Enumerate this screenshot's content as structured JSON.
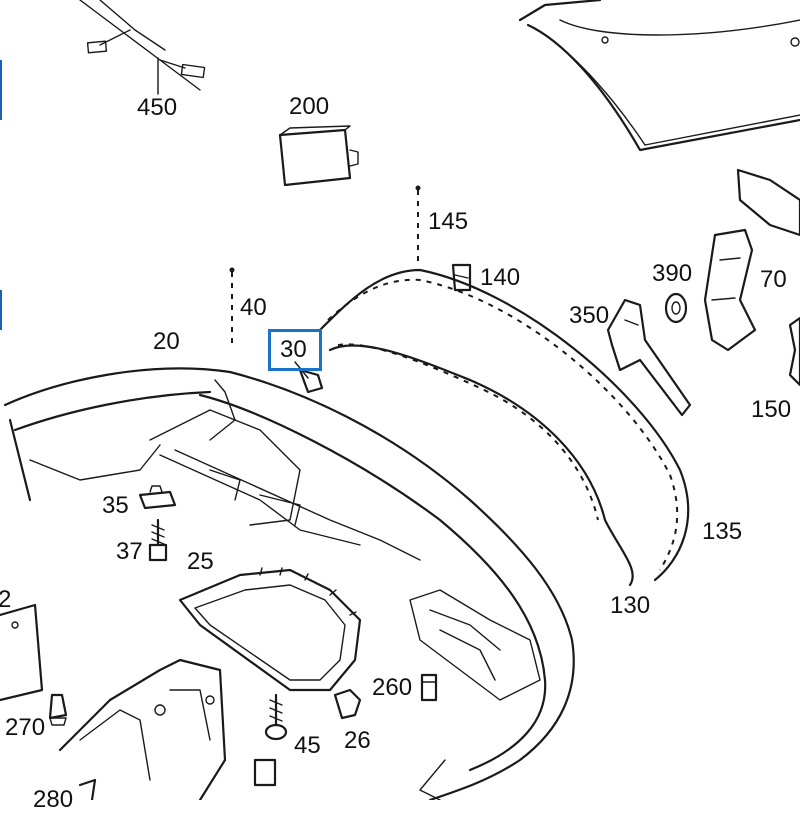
{
  "diagram": {
    "highlight_color": "#1a73c9",
    "highlighted_part": "30",
    "labels": {
      "p450": "450",
      "p200": "200",
      "p145": "145",
      "p140": "140",
      "p40": "40",
      "p20": "20",
      "p30": "30",
      "p390": "390",
      "p70": "70",
      "p350": "350",
      "p150": "150",
      "p135": "135",
      "p130": "130",
      "p35": "35",
      "p37": "37",
      "p25": "25",
      "p260": "260",
      "p270": "270",
      "p45": "45",
      "p26": "26",
      "p280": "280",
      "p2": "2"
    }
  }
}
